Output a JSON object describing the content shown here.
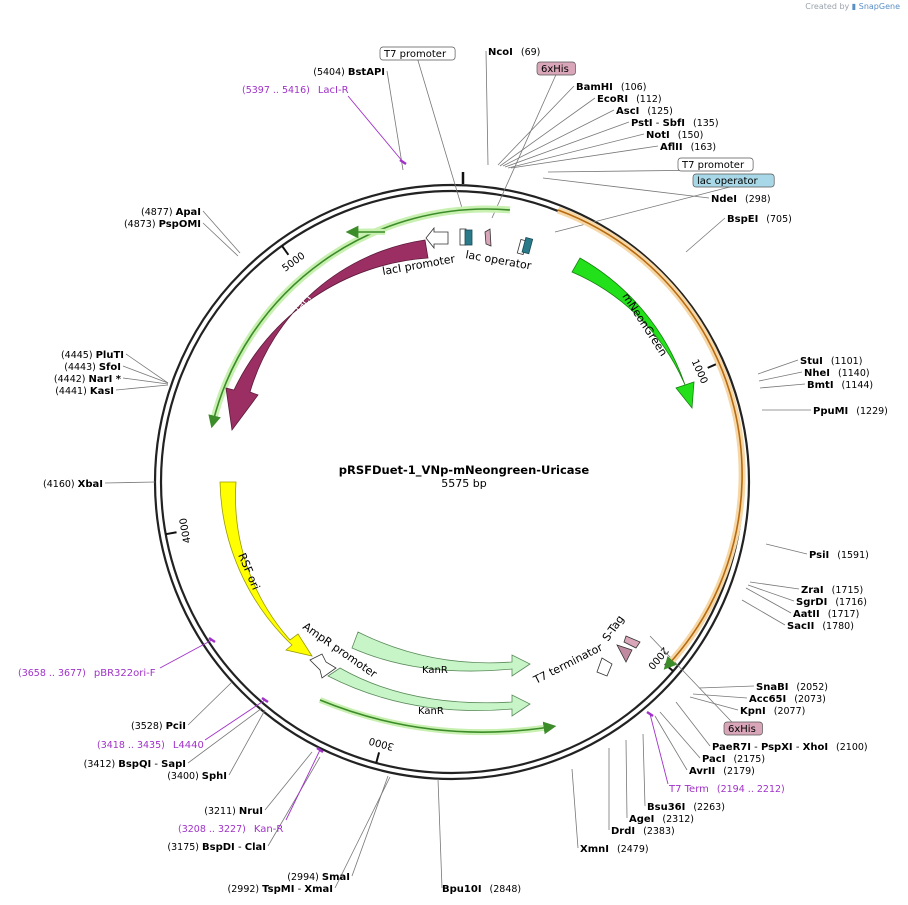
{
  "credit": {
    "prefix": "Created by",
    "brand": "SnapGene"
  },
  "plasmid": {
    "name": "pRSFDuet-1_VNp-mNeongreen-Uricase",
    "size": "5575 bp",
    "length": 5575
  },
  "ticks": [
    {
      "pos": 1000,
      "label": "1000"
    },
    {
      "pos": 2000,
      "label": "2000"
    },
    {
      "pos": 3000,
      "label": "3000"
    },
    {
      "pos": 4000,
      "label": "4000"
    },
    {
      "pos": 5000,
      "label": "5000"
    }
  ],
  "colors": {
    "lacI": "#9b2f63",
    "mNeonGreen": "#22e01a",
    "RSF_ori": "#ffff00",
    "KanR": "#c8f5c8",
    "his_tag": "#d8a6b8",
    "lac_operator": "#a8d8e8",
    "orf": "#f0b860",
    "orf_green": "#3c8c2a"
  },
  "features": {
    "lacI": "lacI",
    "mNeonGreen": "mNeonGreen",
    "RSF_ori": "RSF ori",
    "KanR_1": "KanR",
    "KanR_2": "KanR",
    "lacI_promoter": "lacI promoter",
    "lac_operator": "lac operator",
    "AmpR_promoter": "AmpR promoter",
    "T7_terminator": "T7 terminator",
    "S_Tag": "S-Tag"
  },
  "sites_right": [
    {
      "name": "NcoI",
      "pos": "(69)"
    },
    {
      "name": "BamHI",
      "pos": "(106)"
    },
    {
      "name": "EcoRI",
      "pos": "(112)"
    },
    {
      "name": "AscI",
      "pos": "(125)"
    },
    {
      "name": "PstI",
      "name2": "SbfI",
      "pos": "(135)"
    },
    {
      "name": "NotI",
      "pos": "(150)"
    },
    {
      "name": "AflII",
      "pos": "(163)"
    },
    {
      "name": "NdeI",
      "pos": "(298)"
    },
    {
      "name": "BspEI",
      "pos": "(705)"
    },
    {
      "name": "StuI",
      "pos": "(1101)"
    },
    {
      "name": "NheI",
      "pos": "(1140)"
    },
    {
      "name": "BmtI",
      "pos": "(1144)"
    },
    {
      "name": "PpuMI",
      "pos": "(1229)"
    },
    {
      "name": "PsiI",
      "pos": "(1591)"
    },
    {
      "name": "ZraI",
      "pos": "(1715)"
    },
    {
      "name": "SgrDI",
      "pos": "(1716)"
    },
    {
      "name": "AatII",
      "pos": "(1717)"
    },
    {
      "name": "SacII",
      "pos": "(1780)"
    },
    {
      "name": "SnaBI",
      "pos": "(2052)"
    },
    {
      "name": "Acc65I",
      "pos": "(2073)"
    },
    {
      "name": "KpnI",
      "pos": "(2077)"
    },
    {
      "name": "PaeR7I",
      "name2": "PspXI",
      "name3": "XhoI",
      "pos": "(2100)"
    },
    {
      "name": "PacI",
      "pos": "(2175)"
    },
    {
      "name": "AvrII",
      "pos": "(2179)"
    },
    {
      "name": "Bsu36I",
      "pos": "(2263)"
    },
    {
      "name": "AgeI",
      "pos": "(2312)"
    },
    {
      "name": "DrdI",
      "pos": "(2383)"
    },
    {
      "name": "XmnI",
      "pos": "(2479)"
    },
    {
      "name": "Bpu10I",
      "pos": "(2848)"
    }
  ],
  "sites_left": [
    {
      "name": "BstAPI",
      "pos": "(5404)"
    },
    {
      "name": "ApaI",
      "pos": "(4877)"
    },
    {
      "name": "PspOMI",
      "pos": "(4873)"
    },
    {
      "name": "PluTI",
      "pos": "(4445)"
    },
    {
      "name": "SfoI",
      "pos": "(4443)"
    },
    {
      "name": "NarI *",
      "pos": "(4442)"
    },
    {
      "name": "KasI",
      "pos": "(4441)"
    },
    {
      "name": "XbaI",
      "pos": "(4160)"
    },
    {
      "name": "PciI",
      "pos": "(3528)"
    },
    {
      "name": "BspQI",
      "name2": "SapI",
      "pos": "(3412)"
    },
    {
      "name": "SphI",
      "pos": "(3400)"
    },
    {
      "name": "NruI",
      "pos": "(3211)"
    },
    {
      "name": "BspDI",
      "name2": "ClaI",
      "pos": "(3175)"
    },
    {
      "name": "SmaI",
      "pos": "(2994)"
    },
    {
      "name": "TspMI",
      "name2": "XmaI",
      "pos": "(2992)"
    }
  ],
  "boxed": [
    {
      "label": "T7 promoter",
      "style": "plain"
    },
    {
      "label": "6xHis",
      "style": "his"
    },
    {
      "label": "T7 promoter",
      "style": "plain"
    },
    {
      "label": "lac operator",
      "style": "lacop"
    },
    {
      "label": "6xHis",
      "style": "his"
    }
  ],
  "primers": [
    {
      "name": "LacI-R",
      "range": "(5397 .. 5416)"
    },
    {
      "name": "pBR322ori-F",
      "range": "(3658 .. 3677)"
    },
    {
      "name": "L4440",
      "range": "(3418 .. 3435)"
    },
    {
      "name": "Kan-R",
      "range": "(3208 .. 3227)"
    },
    {
      "name": "T7 Term",
      "range": "(2194 .. 2212)"
    }
  ]
}
